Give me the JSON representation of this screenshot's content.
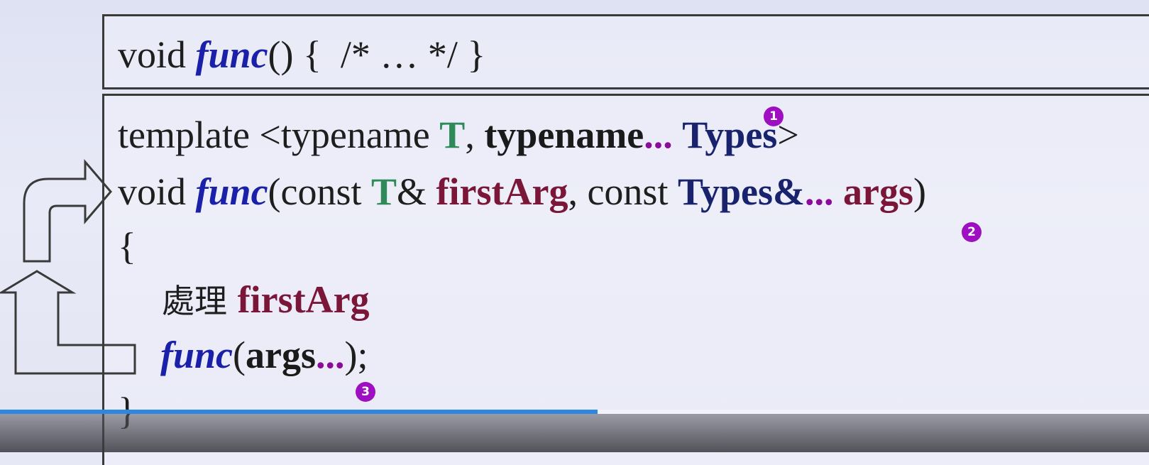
{
  "code": {
    "top": {
      "prefix": "void ",
      "func": "func",
      "suffix": "() {  /* … */ }"
    },
    "template_line": {
      "kw": "template <typename ",
      "t": "T",
      "comma": ", ",
      "typename": "typename",
      "dots": "...",
      "space": " ",
      "types": "Types",
      "close": ">"
    },
    "decl_line": {
      "void": "void ",
      "func": "func",
      "open": "(const ",
      "t": "T",
      "amp": "& ",
      "first_arg": "firstArg",
      "mid": ", const ",
      "types": "Types&",
      "dots": "...",
      "space": " ",
      "args": "args",
      "close": ")"
    },
    "brace_open": "{",
    "process_line": {
      "label": "處理 ",
      "first_arg": "firstArg"
    },
    "call_line": {
      "func": "func",
      "open": "(",
      "args": "args",
      "dots": "...",
      "close": ");"
    },
    "brace_close": "}"
  },
  "badges": [
    "1",
    "2",
    "3"
  ],
  "video": {
    "progress": 0.52,
    "progress_color": "#2e86de"
  },
  "colors": {
    "func": "#1a20a8",
    "template_param": "#2f8a5a",
    "pack_dots": "#8b0b9b",
    "types": "#19236d",
    "args": "#7a1638"
  }
}
